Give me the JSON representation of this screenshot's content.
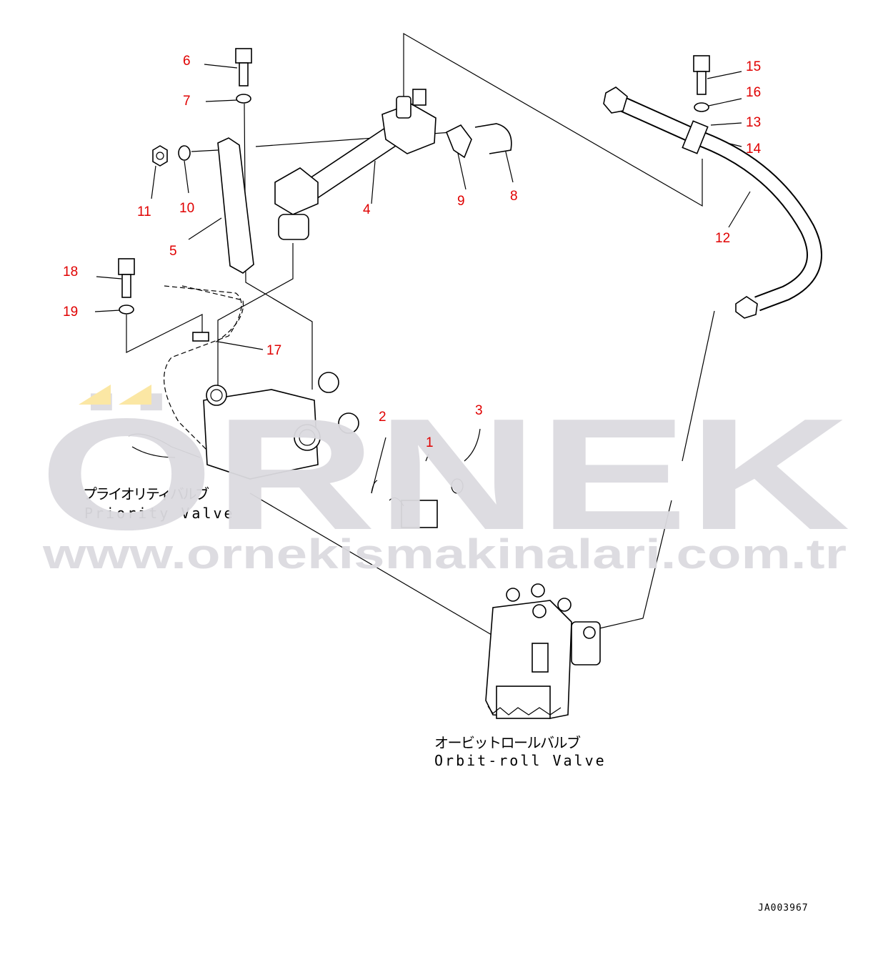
{
  "diagram": {
    "callouts": [
      "1",
      "2",
      "3",
      "4",
      "5",
      "6",
      "7",
      "8",
      "9",
      "10",
      "11",
      "12",
      "13",
      "14",
      "15",
      "16",
      "17",
      "18",
      "19"
    ],
    "labels": {
      "priority_valve_jp": "プライオリティバルブ",
      "priority_valve_en": "Priority Valve",
      "orbit_roll_jp": "オービットロールバルブ",
      "orbit_roll_en": "Orbit-roll Valve"
    },
    "drawing_code": "JA003967"
  },
  "watermark": {
    "brand": "ÖRNEK",
    "url": "www.ornekismakinalari.com.tr",
    "colors": {
      "gray": "#dcdbe0",
      "yellow": "#fbe6a0"
    }
  },
  "colors": {
    "callout": "#e00000",
    "line": "#000000"
  }
}
